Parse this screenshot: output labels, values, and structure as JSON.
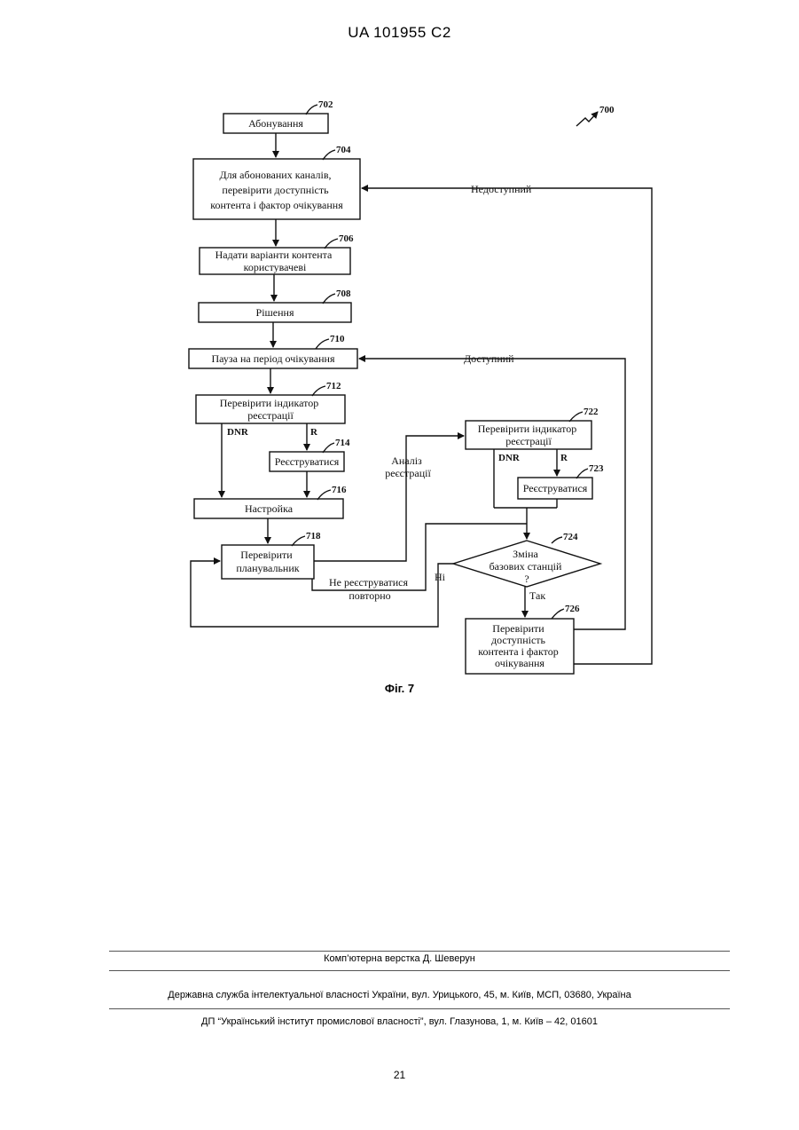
{
  "header": {
    "title": "UA   101955   C2"
  },
  "figure": {
    "figure_ref": "700",
    "nodes": [
      {
        "id": "702",
        "label_lines": [
          "Абонування"
        ]
      },
      {
        "id": "704",
        "label_lines": [
          "Для абонованих каналів,",
          "перевірити доступність",
          "контента і фактор очікування"
        ]
      },
      {
        "id": "706",
        "label_lines": [
          "Надати варіанти контента",
          "користувачеві"
        ]
      },
      {
        "id": "708",
        "label_lines": [
          "Рішення"
        ]
      },
      {
        "id": "710",
        "label_lines": [
          "Пауза на період очікування"
        ]
      },
      {
        "id": "712",
        "label_lines": [
          "Перевірити індикатор",
          "реєстрації"
        ]
      },
      {
        "id": "714",
        "label_lines": [
          "Реєструватися"
        ]
      },
      {
        "id": "716",
        "label_lines": [
          "Настройка"
        ]
      },
      {
        "id": "718",
        "label_lines": [
          "Перевірити",
          "планувальник"
        ]
      },
      {
        "id": "722",
        "label_lines": [
          "Перевірити індикатор",
          "реєстрації"
        ]
      },
      {
        "id": "723",
        "label_lines": [
          "Реєструватися"
        ]
      },
      {
        "id": "724",
        "label_lines": [
          "Зміна",
          "базових станцій",
          "?"
        ]
      },
      {
        "id": "726",
        "label_lines": [
          "Перевірити",
          "доступність",
          "контента і фактор",
          "очікування"
        ]
      }
    ],
    "edge_labels": {
      "unavailable": "Недоступний",
      "available": "Доступний",
      "dnr_712": "DNR",
      "r_712": "R",
      "dnr_722": "DNR",
      "r_722": "R",
      "registration_analysis_line1": "Аналіз",
      "registration_analysis_line2": "реєстрації",
      "no_reregister_line1": "Не реєструватися",
      "no_reregister_line2": "повторно",
      "no": "Ні",
      "yes": "Так"
    }
  },
  "caption": "Фіг. 7",
  "footer": {
    "layout": "Комп’ютерна верстка Д. Шеверун",
    "agency": "Державна служба інтелектуальної власності України, вул. Урицького, 45, м. Київ, МСП, 03680, Україна",
    "institute": "ДП “Український інститут промислової власності”, вул. Глазунова, 1, м. Київ – 42, 01601"
  },
  "page_number": "21"
}
